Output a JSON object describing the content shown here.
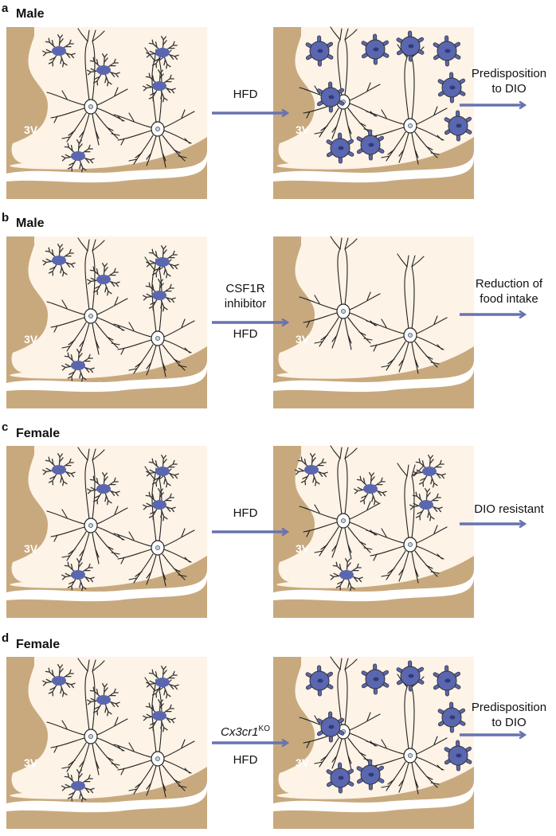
{
  "panels": [
    {
      "letter": "a",
      "sex": "Male",
      "arrow_line1": "",
      "arrow_gene": "",
      "arrow_gene_sup": "",
      "arrow_line2": "HFD",
      "outcome_line1": "Predisposition",
      "outcome_line2": "to DIO",
      "ventricle": "3V",
      "right_microglia": "activated"
    },
    {
      "letter": "b",
      "sex": "Male",
      "arrow_line1": "CSF1R",
      "arrow_line1b": "inhibitor",
      "arrow_gene": "",
      "arrow_gene_sup": "",
      "arrow_line2": "HFD",
      "outcome_line1": "Reduction of",
      "outcome_line2": "food intake",
      "ventricle": "3V",
      "right_microglia": "none"
    },
    {
      "letter": "c",
      "sex": "Female",
      "arrow_line1": "",
      "arrow_gene": "",
      "arrow_gene_sup": "",
      "arrow_line2": "HFD",
      "outcome_line1": "DIO resistant",
      "outcome_line2": "",
      "ventricle": "3V",
      "right_microglia": "ramified"
    },
    {
      "letter": "d",
      "sex": "Female",
      "arrow_line1": "",
      "arrow_gene": "Cx3cr1",
      "arrow_gene_sup": "KO",
      "arrow_line2": "HFD",
      "outcome_line1": "Predisposition",
      "outcome_line2": "to DIO",
      "ventricle": "3V",
      "right_microglia": "activated"
    }
  ],
  "colors": {
    "tissue": "#fdf3e6",
    "wall": "#c8a97e",
    "arrow": "#6873b0",
    "microglia": "#5a67b0",
    "neuron_stroke": "#222222",
    "neuron_fill": "#ffffff"
  }
}
